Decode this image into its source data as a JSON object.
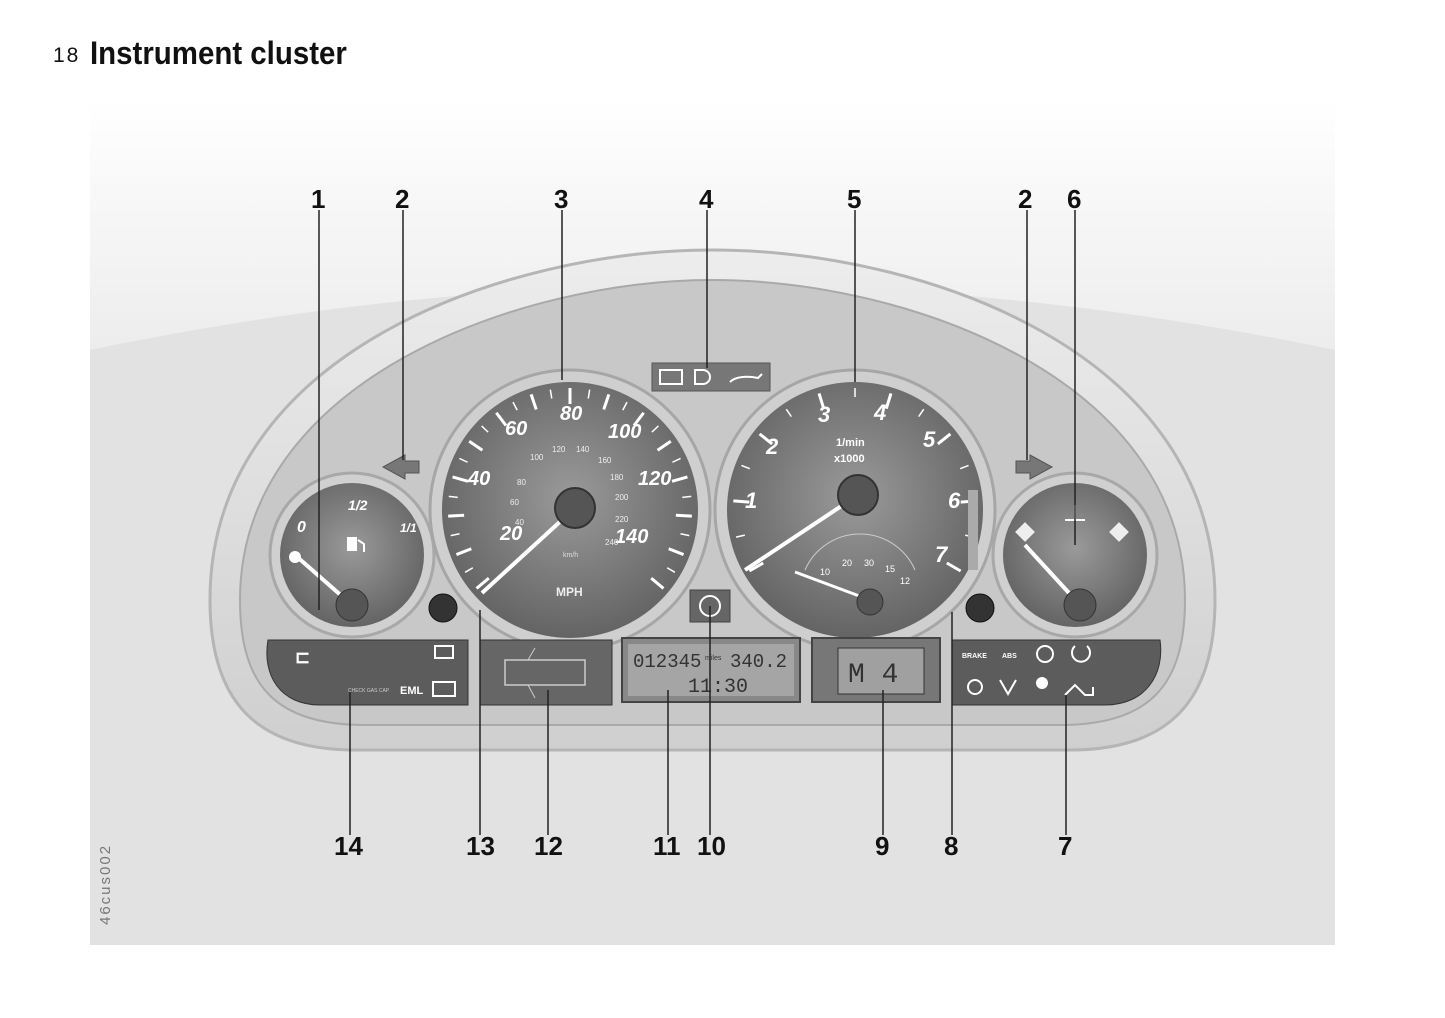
{
  "page": {
    "number": "18",
    "title": "Instrument cluster"
  },
  "figure_id": "46cus002",
  "callouts": {
    "top": [
      "1",
      "2",
      "3",
      "4",
      "5",
      "2",
      "6"
    ],
    "bottom": [
      "14",
      "13",
      "12",
      "11",
      "10",
      "9",
      "8",
      "7"
    ]
  },
  "fuel_gauge": {
    "empty": "0",
    "half": "1/2",
    "full": "1/1"
  },
  "speedometer": {
    "labels": [
      "20",
      "40",
      "60",
      "80",
      "100",
      "120",
      "140"
    ],
    "inner_labels": [
      "40",
      "60",
      "80",
      "100",
      "120",
      "140",
      "160",
      "180",
      "200",
      "220",
      "240"
    ],
    "inner_unit": "km/h",
    "unit": "MPH"
  },
  "tachometer": {
    "labels": [
      "1",
      "2",
      "3",
      "4",
      "5",
      "6",
      "7"
    ],
    "unit_line1": "1/min",
    "unit_line2": "x1000",
    "economy_labels": [
      "10",
      "20",
      "30",
      "15",
      "12"
    ]
  },
  "odometer_display": {
    "odometer": "012345",
    "unit": "miles",
    "trip": "340.2",
    "clock": "11:30"
  },
  "gear_display": {
    "value": "M 4"
  },
  "warning_panel": {
    "brake": "BRAKE",
    "abs": "ABS"
  },
  "left_panel": {
    "egs": "EML",
    "tiny": "CHECK GAS CAP"
  },
  "colors": {
    "housing": "#d8d8d8",
    "dial_face": "#7a7a7a",
    "dial_bezel": "#cfcfcf",
    "panel": "#5c5c5c"
  }
}
